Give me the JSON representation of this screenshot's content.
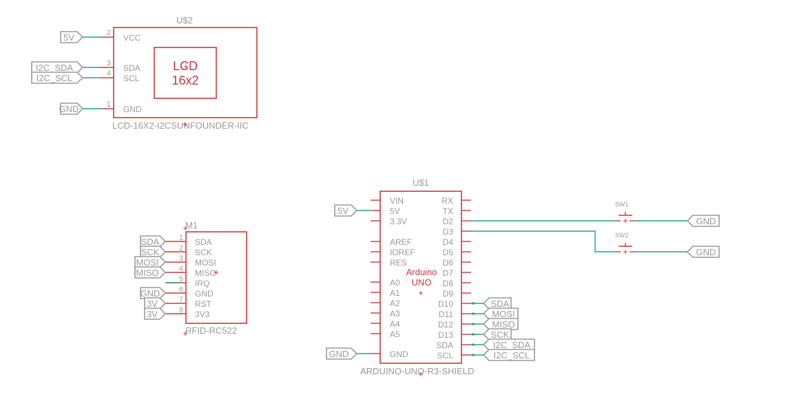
{
  "lcd": {
    "ref": "U$2",
    "name": "LCD-16X2-I2CSUNFOUNDER-IIC",
    "display_line1": "LCD",
    "display_line2": "16x2",
    "pins": [
      {
        "num": "2",
        "label": "VCC",
        "net": "5V"
      },
      {
        "num": "3",
        "label": "SDA",
        "net": "I2C_SDA"
      },
      {
        "num": "4",
        "label": "SCL",
        "net": "I2C_SCL"
      },
      {
        "num": "1",
        "label": "GND",
        "net": "GND"
      }
    ]
  },
  "rfid": {
    "ref": "M1",
    "name": "RFID-RC522",
    "pins": [
      {
        "num": "1",
        "label": "SDA",
        "net": "SDA"
      },
      {
        "num": "2",
        "label": "SCK",
        "net": "SCK"
      },
      {
        "num": "3",
        "label": "MOSI",
        "net": "MOSI"
      },
      {
        "num": "4",
        "label": "MISO",
        "net": "MISO"
      },
      {
        "num": "5",
        "label": "IRQ",
        "net": ""
      },
      {
        "num": "6",
        "label": "GND",
        "net": "GND"
      },
      {
        "num": "7",
        "label": "RST",
        "net": "3V"
      },
      {
        "num": "8",
        "label": "3V3",
        "net": "3V"
      }
    ]
  },
  "arduino": {
    "ref": "U$1",
    "name": "ARDUINO-UNO-R3-SHIELD",
    "center_line1": "Arduino",
    "center_line2": "UNO",
    "left_pins": [
      "VIN",
      "5V",
      "3.3V",
      "AREF",
      "IOREF",
      "RES",
      "A0",
      "A1",
      "A2",
      "A3",
      "A4",
      "A5",
      "GND"
    ],
    "right_pins": [
      "RX",
      "TX",
      "D2",
      "D3",
      "D4",
      "D5",
      "D6",
      "D7",
      "D8",
      "D9",
      "D10",
      "D11",
      "D12",
      "D13",
      "SDA",
      "SCL"
    ],
    "left_flags": {
      "5V": "5V",
      "GND": "GND"
    },
    "right_flags": {
      "D10": "SDA",
      "D11": "MOSI",
      "D12": "MISO",
      "D13": "SCK",
      "SDA": "I2C_SDA",
      "SCL": "I2C_SCL"
    }
  },
  "switches": [
    {
      "ref": "SW1",
      "net": "GND"
    },
    {
      "ref": "SW2",
      "net": "GND"
    }
  ],
  "colors": {
    "part": "#c8383c",
    "wire": "#1aa57e",
    "label": "#9a9a9a"
  }
}
